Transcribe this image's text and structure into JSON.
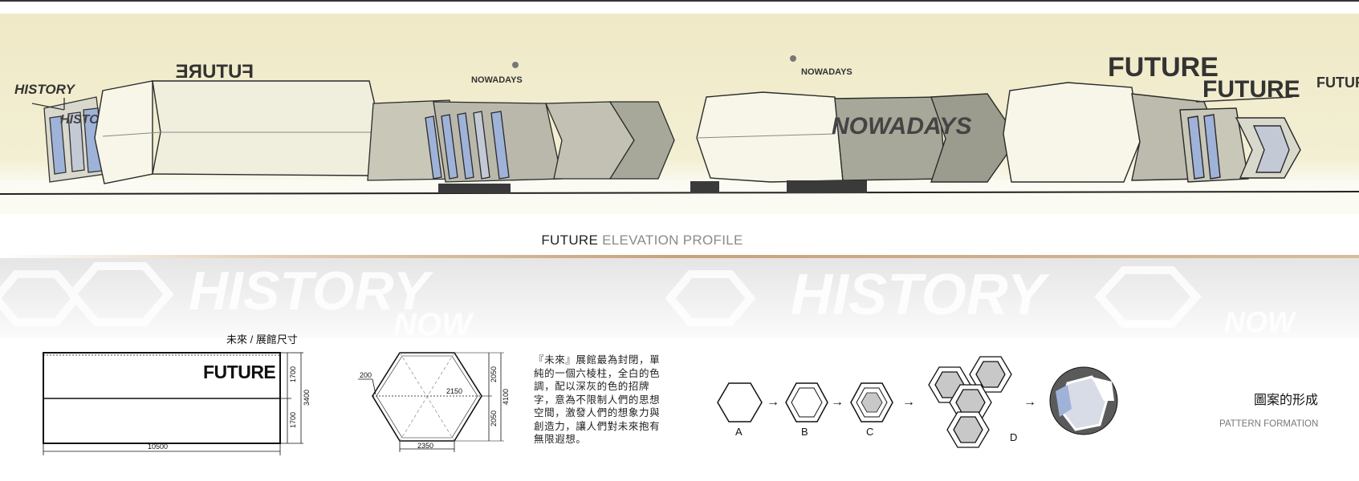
{
  "elevation": {
    "title_bold": "FUTURE",
    "title_rest": " ELEVATION PROFILE",
    "signage": [
      "HISTORY",
      "HISTORY",
      "FUTURE",
      "NOWADAYS",
      "NOWADAYS",
      "NOWADAYS",
      "FUTURE",
      "FUTURE",
      "FUTURE"
    ]
  },
  "background_words": [
    "HISTORY",
    "NOW",
    "HISTORY",
    "NOW"
  ],
  "pavilion": {
    "label": "未來 / 展館尺寸",
    "sign": "FUTURE",
    "dims": {
      "width": "10500",
      "upper": "1700",
      "lower": "1700",
      "total": "3400"
    }
  },
  "hexagon": {
    "dims": {
      "offset": "200",
      "inner": "2150",
      "upper": "2050",
      "lower": "2050",
      "total": "4100",
      "bottom": "2350"
    }
  },
  "description": "『未來』展館最為封閉，單純的一個六棱柱，全白的色調，配以深灰的色的招牌字，意為不限制人們的思想空間，激發人們的想象力與創造力，讓人們對未來抱有無限遐想。",
  "pattern": {
    "steps": [
      "A",
      "B",
      "C",
      "D"
    ],
    "title_zh": "圖案的形成",
    "title_en": "PATTERN FORMATION"
  },
  "colors": {
    "sky": "#f1eccb",
    "accent": "#c9a27c",
    "fill": "#f7f6e8",
    "grey": "#a8a89a",
    "blue": "#9fb2d8"
  }
}
